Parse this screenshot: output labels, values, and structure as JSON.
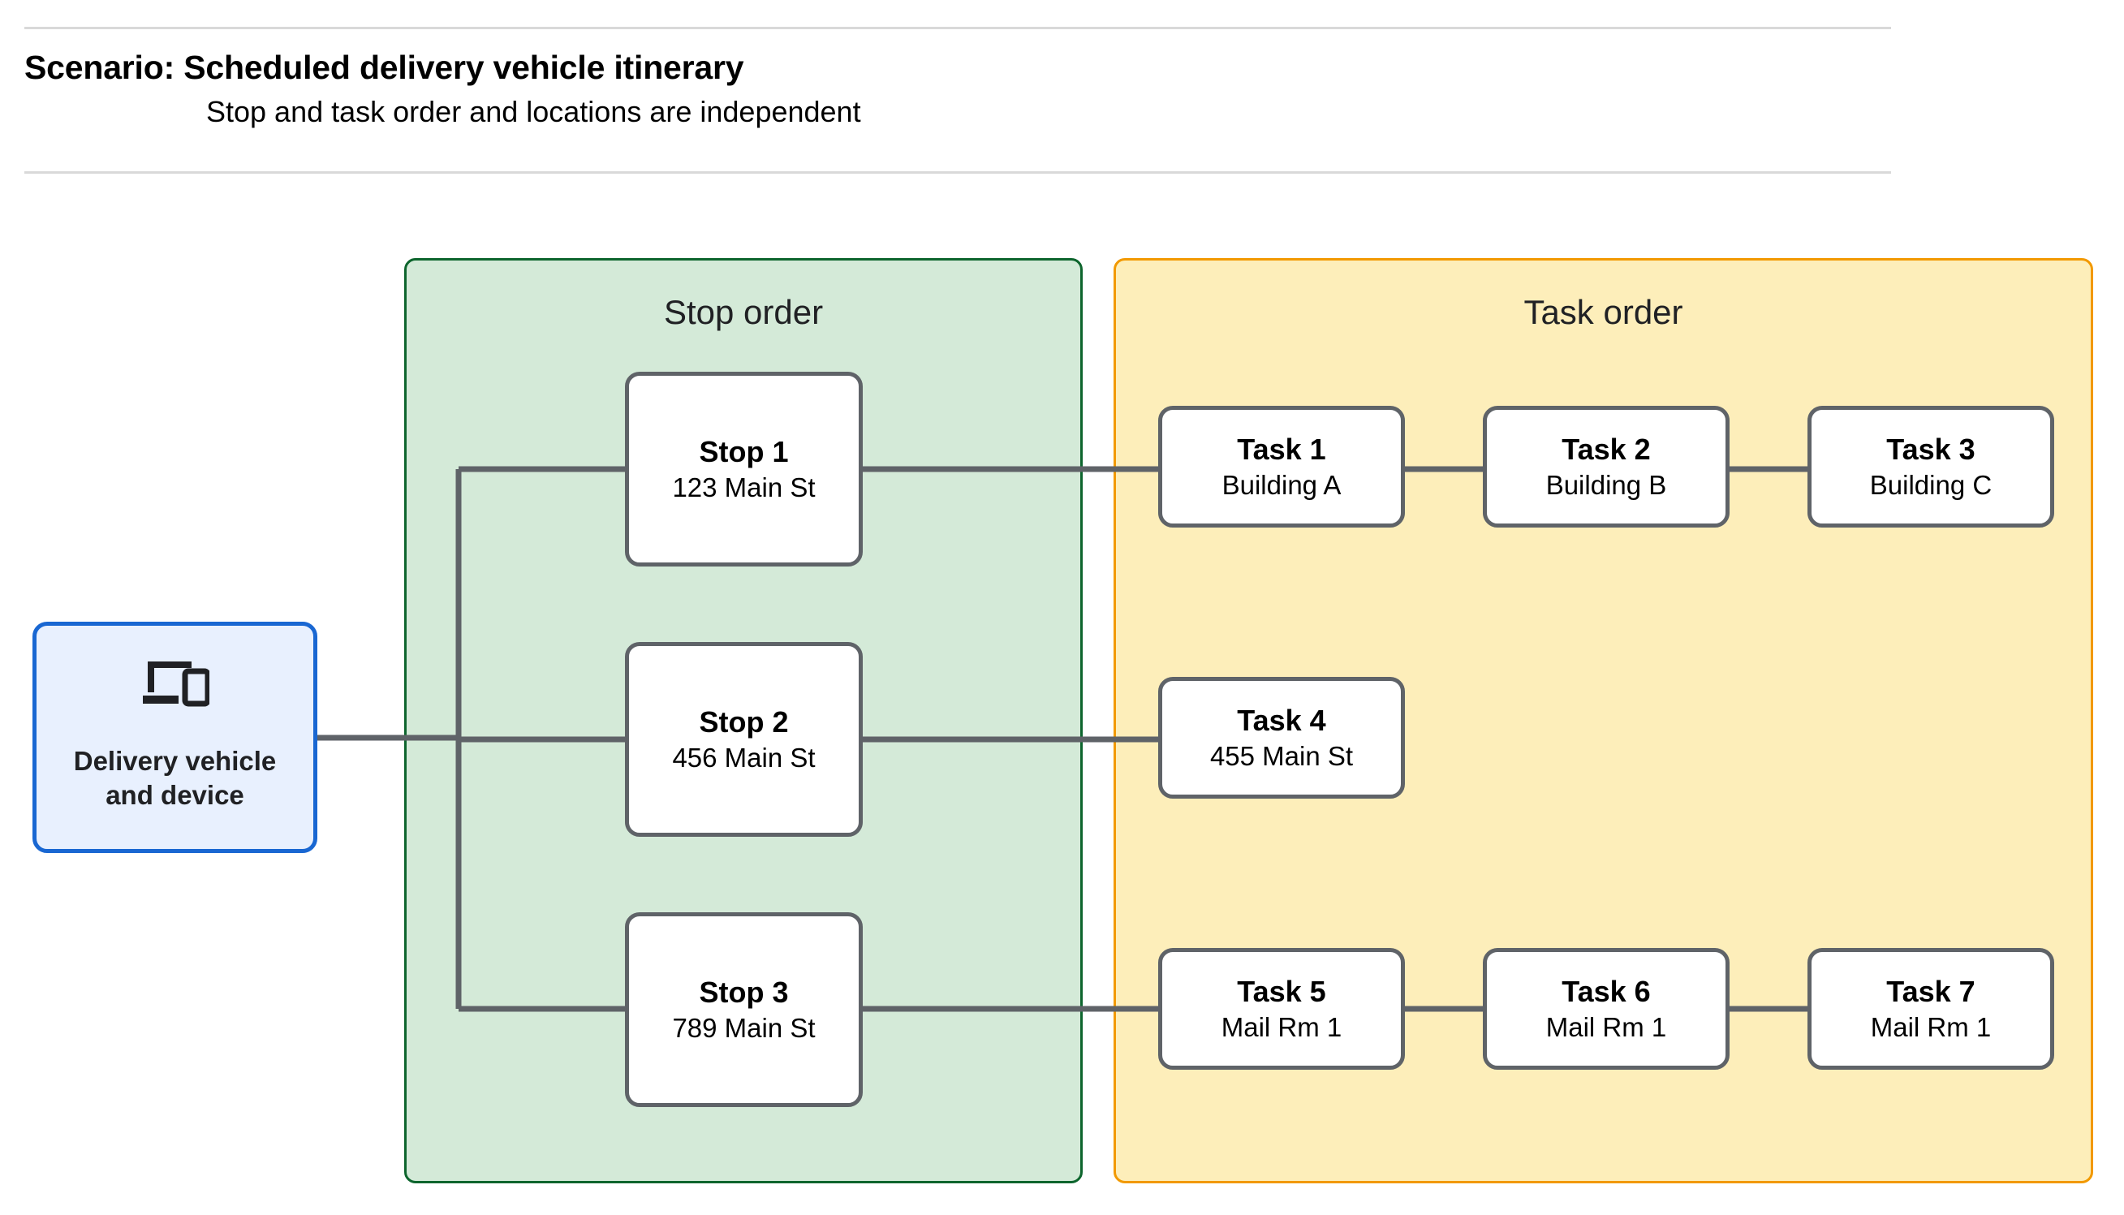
{
  "header": {
    "title": "Scenario: Scheduled delivery vehicle itinerary",
    "subtitle": "Stop and task order and locations are independent"
  },
  "source": {
    "label": "Delivery vehicle\nand device",
    "icon": "devices-icon",
    "border_color": "#1967d2",
    "fill_color": "#e8f0fe"
  },
  "panels": {
    "stop_order": {
      "title": "Stop order",
      "fill_color": "#d4ead8",
      "border_color": "#0d652d"
    },
    "task_order": {
      "title": "Task order",
      "fill_color": "#fdeeba",
      "border_color": "#f29900"
    }
  },
  "stops": [
    {
      "title": "Stop 1",
      "location": "123 Main St"
    },
    {
      "title": "Stop 2",
      "location": "456 Main St"
    },
    {
      "title": "Stop 3",
      "location": "789 Main St"
    }
  ],
  "tasks": [
    {
      "title": "Task 1",
      "location": "Building A"
    },
    {
      "title": "Task 2",
      "location": "Building B"
    },
    {
      "title": "Task 3",
      "location": "Building C"
    },
    {
      "title": "Task 4",
      "location": "455 Main St"
    },
    {
      "title": "Task 5",
      "location": "Mail Rm 1"
    },
    {
      "title": "Task 6",
      "location": "Mail Rm 1"
    },
    {
      "title": "Task 7",
      "location": "Mail Rm 1"
    }
  ],
  "colors": {
    "node_border": "#5f6368",
    "node_fill": "#ffffff",
    "connector": "#5f6368",
    "rule": "#d9d9d9",
    "text": "#000000"
  }
}
